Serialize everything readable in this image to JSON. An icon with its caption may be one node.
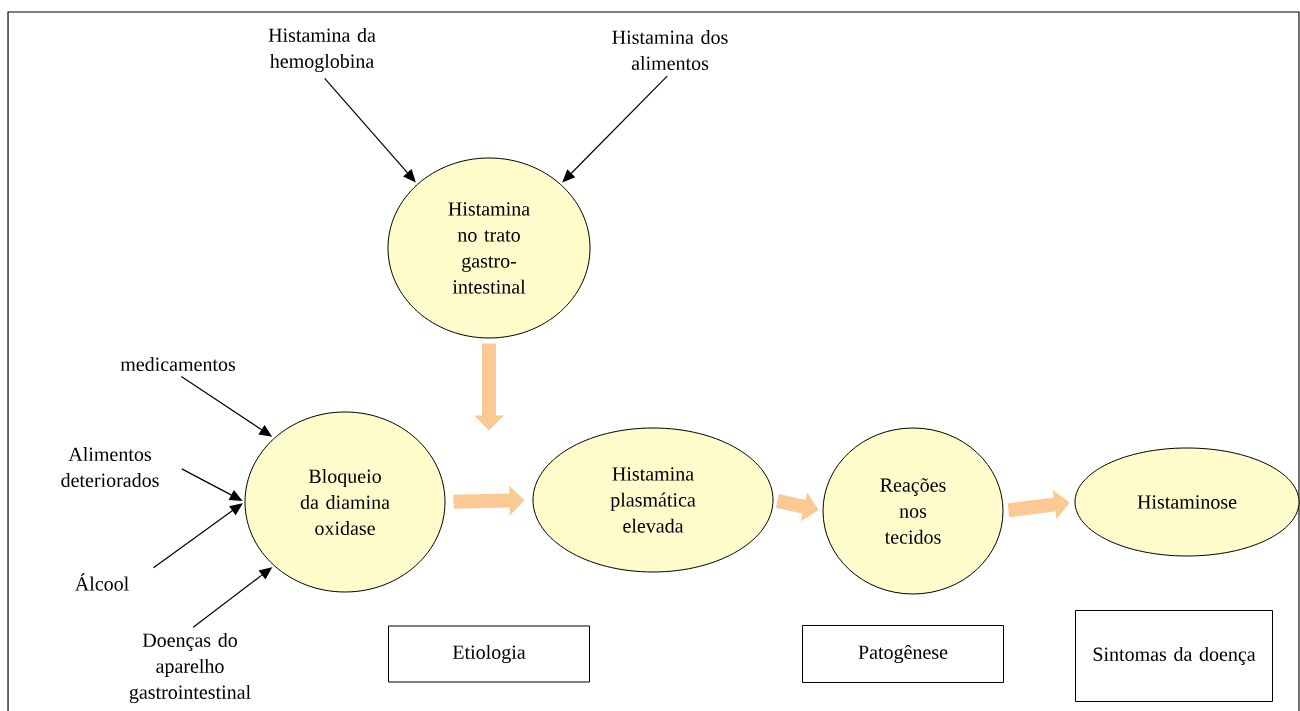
{
  "diagram": {
    "nodes": [
      {
        "text": [
          "Histamina no trato gastro-intestinal"
        ]
      },
      {
        "text": [
          "Histamina da hemoglobina"
        ]
      },
      {
        "text": [
          "Histamina dos alimentos"
        ]
      },
      {
        "text": [
          "medicamentos"
        ]
      },
      {
        "text": [
          "Alimentos deteriorados"
        ]
      },
      {
        "text": [
          "Álcool"
        ]
      },
      {
        "text": [
          "Doenças do aparelho gastrointestinal"
        ]
      },
      {
        "text": [
          "Bloqueio da diamina oxidase"
        ]
      },
      {
        "text": [
          "Histamina plasmática elevada"
        ]
      },
      {
        "text": [
          "Reações nos tecidos"
        ]
      },
      {
        "text": [
          "Histaminose"
        ]
      },
      {
        "text": [
          "Etiologia"
        ]
      },
      {
        "text": [
          "Patogênese"
        ]
      },
      {
        "text": [
          "Sintomas da doença"
        ]
      }
    ],
    "edges": [
      {
        "from": 1,
        "to": 0,
        "arrow": "to"
      },
      {
        "from": 2,
        "to": 0,
        "arrow": "to"
      },
      {
        "from": 3,
        "to": 7,
        "arrow": "to"
      },
      {
        "from": 4,
        "to": 7,
        "arrow": "to"
      },
      {
        "from": 5,
        "to": 7,
        "arrow": "to"
      },
      {
        "from": 6,
        "to": 7,
        "arrow": "to"
      },
      {
        "from": 0,
        "to": null,
        "arrow": "to",
        "style": "thick",
        "color": "#fbc994"
      },
      {
        "from": 7,
        "to": 8,
        "arrow": "to",
        "style": "thick",
        "color": "#fbc994"
      },
      {
        "from": 8,
        "to": 9,
        "arrow": "to",
        "style": "thick",
        "color": "#fbc994"
      },
      {
        "from": 9,
        "to": 10,
        "arrow": "to",
        "style": "thick",
        "color": "#fbc994"
      }
    ]
  }
}
